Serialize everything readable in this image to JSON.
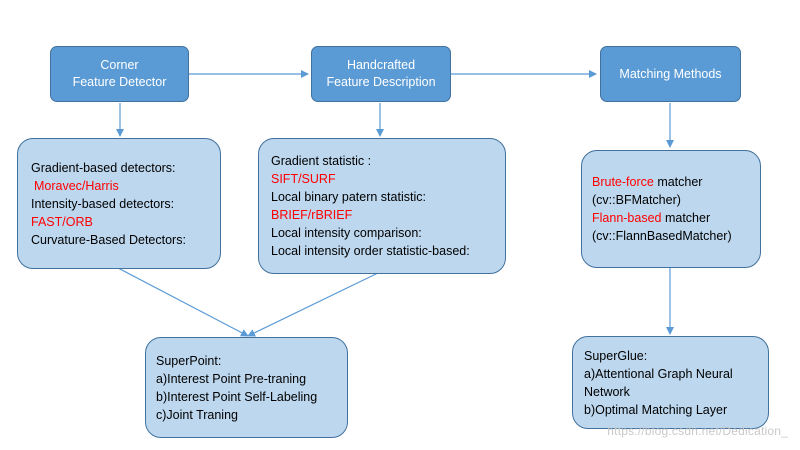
{
  "headers": {
    "corner": {
      "line1": "Corner",
      "line2": "Feature Detector"
    },
    "handcrafted": {
      "line1": "Handcrafted",
      "line2": "Feature Description"
    },
    "matching": {
      "line1": "Matching Methods"
    }
  },
  "detectors": {
    "gradient_label": "Gradient-based detectors:",
    "gradient_value": "Moravec/Harris",
    "intensity_label": "Intensity-based detectors:",
    "intensity_value": "FAST/ORB",
    "curvature_label": "Curvature-Based Detectors:"
  },
  "descriptions": {
    "gradient_label": "Gradient statistic :",
    "gradient_value": "SIFT/SURF",
    "binary_label": "Local binary patern statistic:",
    "binary_value": "BRIEF/rBRIEF",
    "comparison_label": "Local intensity comparison:",
    "order_label": "Local intensity order statistic-based:"
  },
  "matchers": {
    "bf_highlight": "Brute-force",
    "bf_rest": " matcher",
    "bf_class": "(cv::BFMatcher)",
    "flann_highlight": "Flann-based",
    "flann_rest": " matcher",
    "flann_class": "(cv::FlannBasedMatcher)"
  },
  "superpoint": {
    "title": "SuperPoint:",
    "items": [
      "a)Interest Point Pre-traning",
      "b)Interest Point Self-Labeling",
      "c)Joint Traning"
    ]
  },
  "superglue": {
    "title": "SuperGlue:",
    "item_a_line1": "a)Attentional Graph Neural",
    "item_a_line2": "Network",
    "item_b": "b)Optimal Matching Layer"
  },
  "watermark": "https://blog.csdn.net/Dedication_",
  "colors": {
    "header_fill": "#5b9bd5",
    "box_fill": "#bdd7ee",
    "border": "#41719c",
    "arrow": "#5b9bd5",
    "highlight": "#ff0000"
  }
}
